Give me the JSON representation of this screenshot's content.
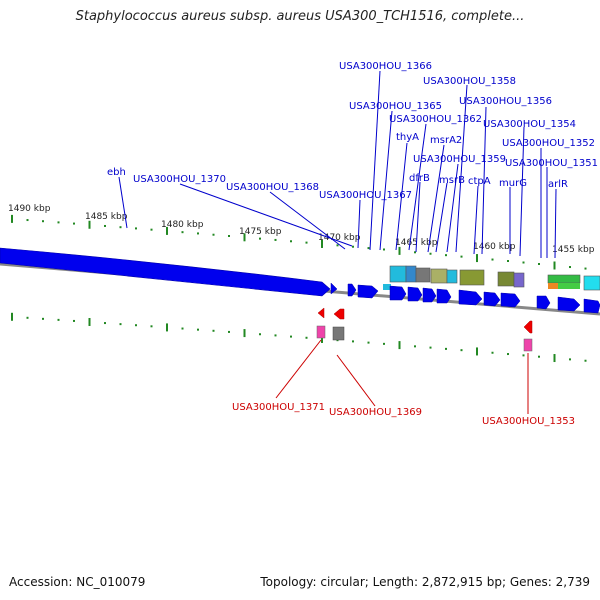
{
  "title": "Staphylococcus aureus subsp. aureus USA300_TCH1516, complete...",
  "footer": {
    "accession": "Accession: NC_010079",
    "stats": "Topology: circular; Length: 2,872,915 bp; Genes: 2,739"
  },
  "colors": {
    "backbone": "#0000ee",
    "gene_label_forward": "#0000cc",
    "gene_label_reverse": "#cc0000",
    "tick": "#228822",
    "reverse_gene": "#ee0000"
  },
  "scale_labels": [
    "1490 kbp",
    "1485 kbp",
    "1480 kbp",
    "1475 kbp",
    "1470 kbp",
    "1465 kbp",
    "1460 kbp",
    "1455 kbp"
  ],
  "forward_labels": [
    "ebh",
    "USA300HOU_1370",
    "USA300HOU_1368",
    "USA300HOU_1367",
    "USA300HOU_1366",
    "USA300HOU_1365",
    "thyA",
    "USA300HOU_1362",
    "dfrB",
    "msrA2",
    "msrB",
    "USA300HOU_1359",
    "ctpA",
    "USA300HOU_1358",
    "USA300HOU_1356",
    "murG",
    "USA300HOU_1354",
    "USA300HOU_1352",
    "USA300HOU_1351",
    "arlR"
  ],
  "reverse_labels": [
    "USA300HOU_1371",
    "USA300HOU_1369",
    "USA300HOU_1353"
  ]
}
